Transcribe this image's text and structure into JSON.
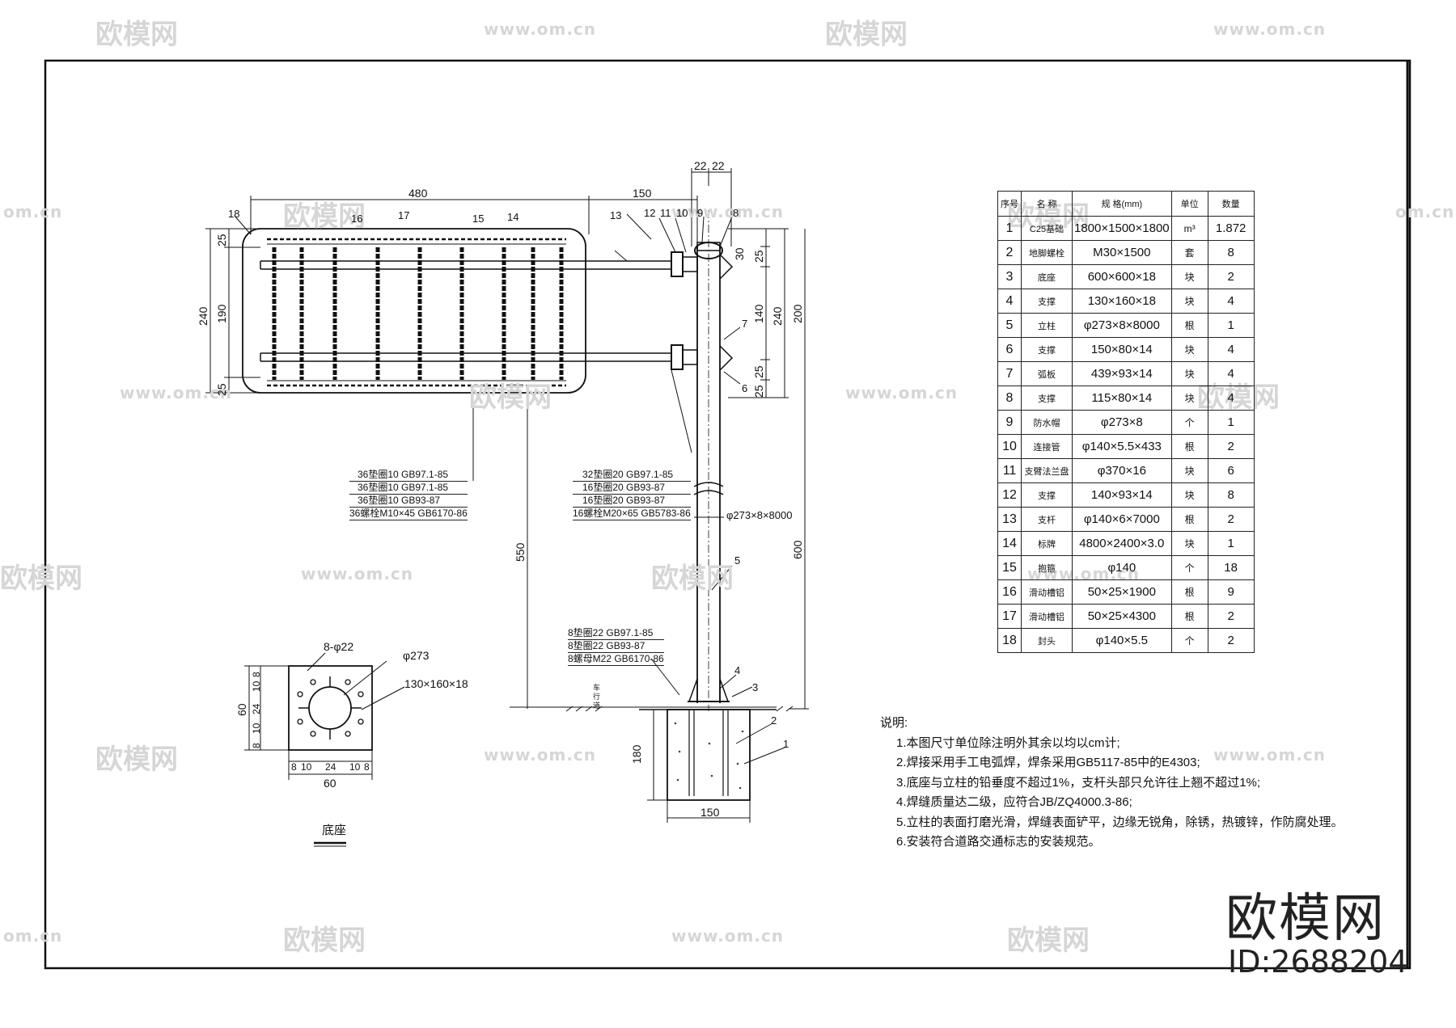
{
  "watermark": {
    "logo_text": "欧模网",
    "url_text": "www.om.cn",
    "url_short": "om.cn"
  },
  "brand": {
    "logo_text": "欧模网",
    "id_text": "ID:2688204"
  },
  "parts_table": {
    "headers": [
      "序号",
      "名 称",
      "规 格(mm)",
      "单位",
      "数量"
    ],
    "rows": [
      [
        "1",
        "C25基础",
        "1800×1500×1800",
        "m³",
        "1.872"
      ],
      [
        "2",
        "地脚螺栓",
        "M30×1500",
        "套",
        "8"
      ],
      [
        "3",
        "底座",
        "600×600×18",
        "块",
        "2"
      ],
      [
        "4",
        "支撑",
        "130×160×18",
        "块",
        "4"
      ],
      [
        "5",
        "立柱",
        "φ273×8×8000",
        "根",
        "1"
      ],
      [
        "6",
        "支撑",
        "150×80×14",
        "块",
        "4"
      ],
      [
        "7",
        "弧板",
        "439×93×14",
        "块",
        "4"
      ],
      [
        "8",
        "支撑",
        "115×80×14",
        "块",
        "4"
      ],
      [
        "9",
        "防水帽",
        "φ273×8",
        "个",
        "1"
      ],
      [
        "10",
        "连接管",
        "φ140×5.5×433",
        "根",
        "2"
      ],
      [
        "11",
        "支臂法兰盘",
        "φ370×16",
        "块",
        "6"
      ],
      [
        "12",
        "支撑",
        "140×93×14",
        "块",
        "8"
      ],
      [
        "13",
        "支杆",
        "φ140×6×7000",
        "根",
        "2"
      ],
      [
        "14",
        "标牌",
        "4800×2400×3.0",
        "块",
        "1"
      ],
      [
        "15",
        "抱箍",
        "φ140",
        "个",
        "18"
      ],
      [
        "16",
        "滑动槽铝",
        "50×25×1900",
        "根",
        "9"
      ],
      [
        "17",
        "滑动槽铝",
        "50×25×4300",
        "根",
        "2"
      ],
      [
        "18",
        "封头",
        "φ140×5.5",
        "个",
        "2"
      ]
    ]
  },
  "notes": {
    "title": "说明:",
    "items": [
      "1.本图尺寸单位除注明外其余以均以cm计;",
      "2.焊接采用手工电弧焊，焊条采用GB5117-85中的E4303;",
      "3.底座与立柱的铅垂度不超过1%，支杆头部只允许往上翘不超过1%;",
      "4.焊缝质量达二级，应符合JB/ZQ4000.3-86;",
      "5.立柱的表面打磨光滑，焊缝表面铲平，边缘无锐角，除锈，热镀锌，作防腐处理。",
      "6.安装符合道路交通标志的安装规范。"
    ]
  },
  "elevation": {
    "dims": {
      "sign_width": "480",
      "arm_length": "150",
      "top_22a": "22",
      "top_22b": "22",
      "left_240": "240",
      "left_190": "190",
      "left_25a": "25",
      "left_25b": "25",
      "right_25a": "25",
      "right_30": "30",
      "right_140": "140",
      "right_25b": "25",
      "right_25c": "25",
      "right_240": "240",
      "right_200": "200",
      "clearance_550": "550",
      "total_600": "600",
      "found_180": "180",
      "found_150": "150",
      "pole_spec": "φ273×8×8000",
      "road_label": "车行道"
    },
    "callouts": [
      "1",
      "2",
      "3",
      "4",
      "5",
      "6",
      "7",
      "8",
      "9",
      "10",
      "11",
      "12",
      "13",
      "14",
      "15",
      "16",
      "17",
      "18"
    ],
    "bolt_group_a": [
      "36垫圈10  GB97.1-85",
      "36垫圈10  GB97.1-85",
      "36垫圈10  GB93-87",
      "36螺栓M10×45  GB6170-86"
    ],
    "bolt_group_b": [
      "32垫圈20  GB97.1-85",
      "16垫圈20  GB93-87",
      "16垫圈20  GB93-87",
      "16螺栓M20×65  GB5783-86"
    ],
    "bolt_group_c": [
      "8垫圈22  GB97.1-85",
      "8垫圈22  GB93-87",
      "8螺母M22  GB6170-86"
    ]
  },
  "base_detail": {
    "title": "底座",
    "holes_label": "8-φ22",
    "pipe_label": "φ273",
    "plate_label": "130×160×18",
    "dim_60_v": "60",
    "dim_60_h": "60",
    "dims_v": [
      "8",
      "10",
      "24",
      "10",
      "8"
    ],
    "dims_h": [
      "8",
      "10",
      "24",
      "10",
      "8"
    ]
  }
}
